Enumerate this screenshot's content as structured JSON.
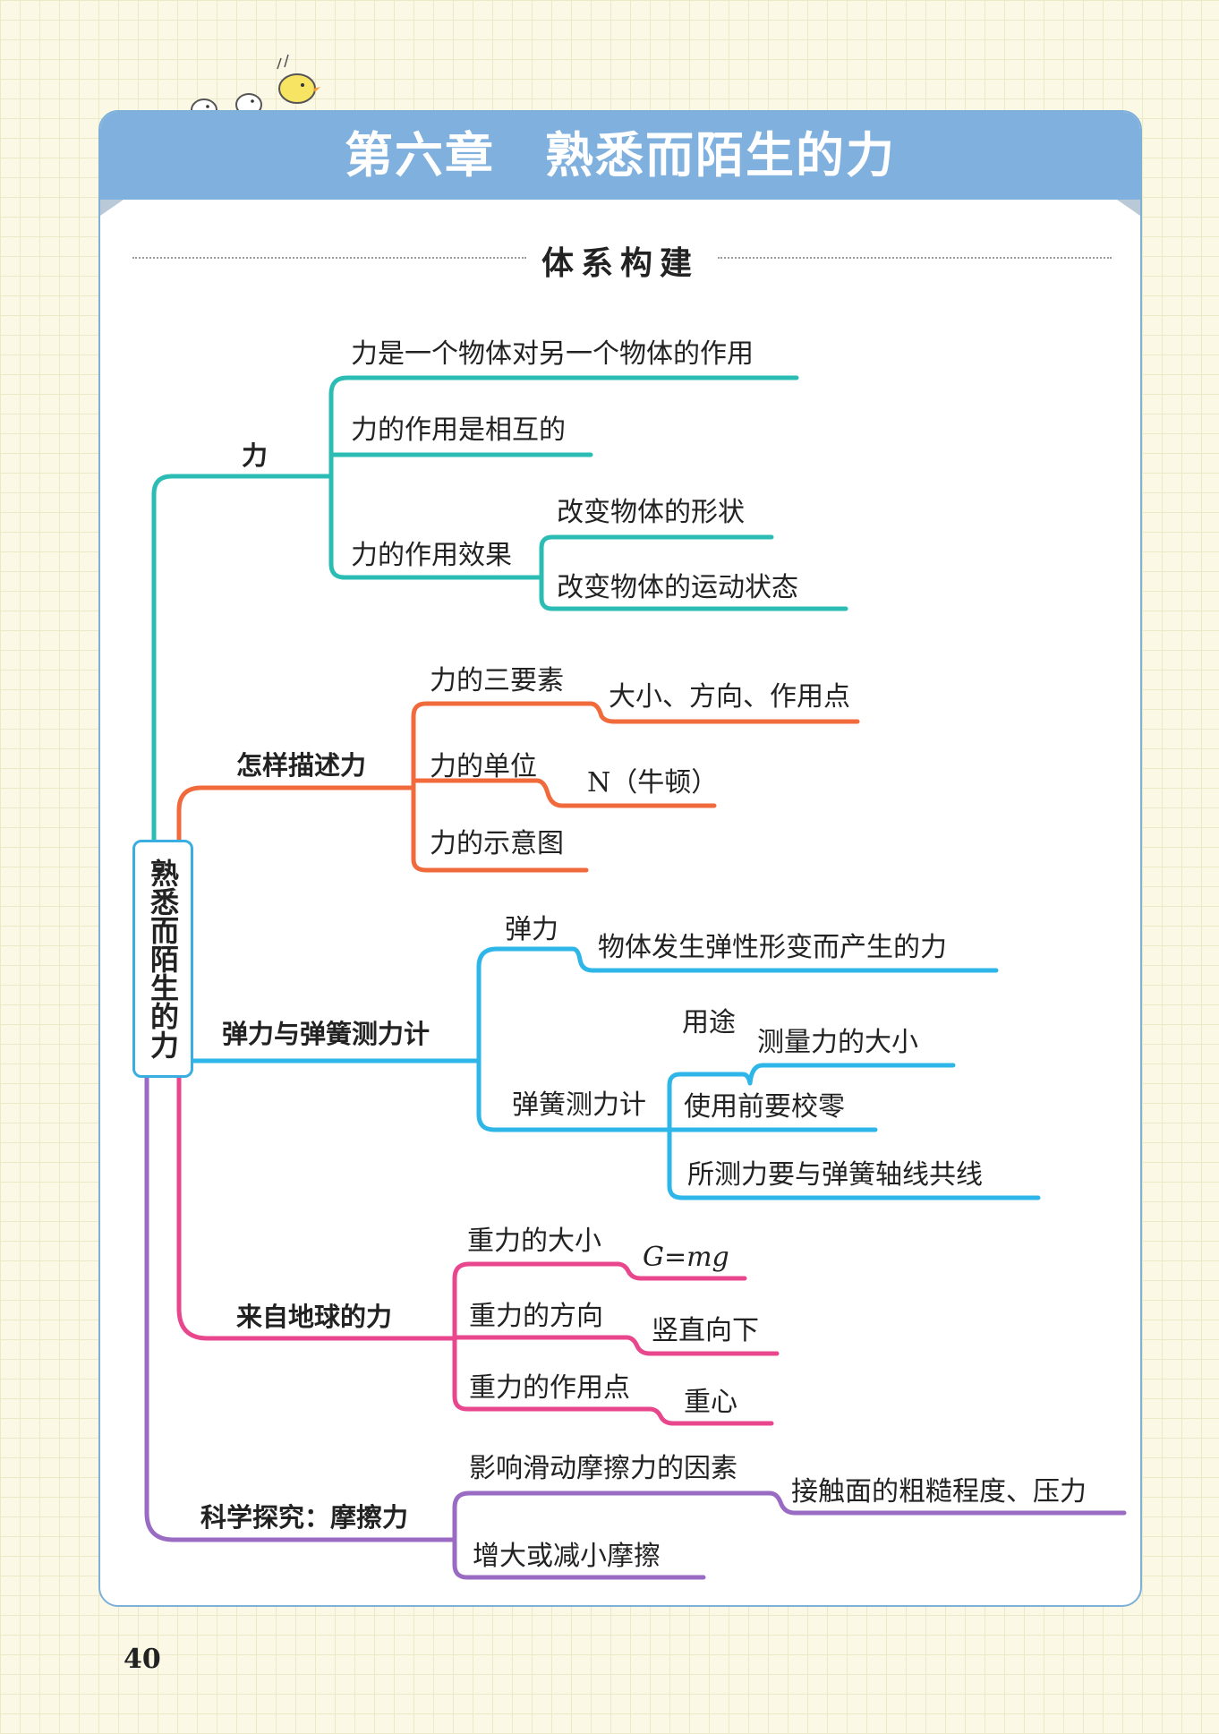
{
  "header": {
    "chapter_title": "第六章　熟悉而陌生的力"
  },
  "section": {
    "title": "体系构建"
  },
  "mindmap": {
    "root": "熟悉而陌生的力",
    "branches": [
      {
        "label": "力",
        "color": "#2bbdb3",
        "items": [
          "力是一个物体对另一个物体的作用",
          "力的作用是相互的",
          "力的作用效果"
        ],
        "effects": [
          "改变物体的形状",
          "改变物体的运动状态"
        ]
      },
      {
        "label": "怎样描述力",
        "color": "#f06a3c",
        "items": [
          "力的三要素",
          "力的单位",
          "力的示意图"
        ],
        "values": [
          "大小、方向、作用点",
          "N（牛顿）"
        ]
      },
      {
        "label": "弹力与弹簧测力计",
        "color": "#2eb6e8",
        "items": [
          "弹力",
          "弹簧测力计"
        ],
        "elastic_def": "物体发生弹性形变而产生的力",
        "meter_items": [
          "用途",
          "使用前要校零",
          "所测力要与弹簧轴线共线"
        ],
        "use_value": "测量力的大小"
      },
      {
        "label": "来自地球的力",
        "color": "#e8478e",
        "items": [
          "重力的大小",
          "重力的方向",
          "重力的作用点"
        ],
        "values": [
          "G=mg",
          "竖直向下",
          "重心"
        ]
      },
      {
        "label": "科学探究：摩擦力",
        "color": "#9a6bc2",
        "items": [
          "影响滑动摩擦力的因素",
          "增大或减小摩擦"
        ],
        "factor_value": "接触面的粗糙程度、压力"
      }
    ]
  },
  "page_number": "40"
}
